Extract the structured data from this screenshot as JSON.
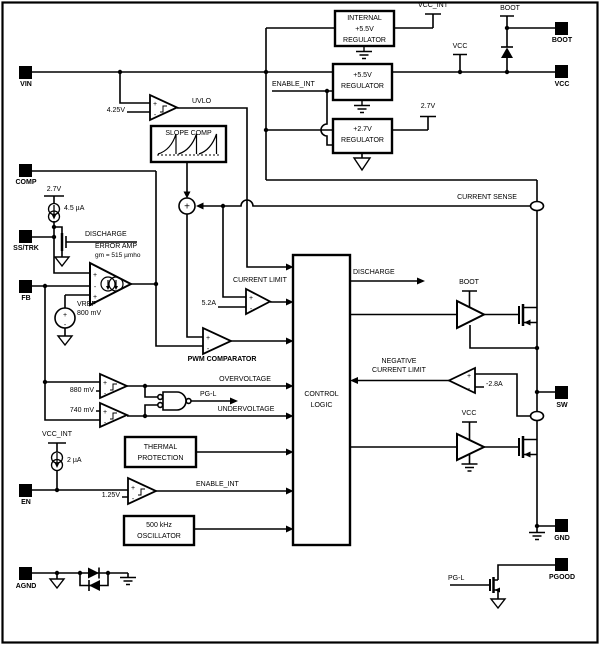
{
  "sym": {
    "plus": "+",
    "minus": "-"
  },
  "pins": {
    "vin": "VIN",
    "comp": "COMP",
    "ss_trk": "SS/TRK",
    "fb": "FB",
    "en": "EN",
    "agnd": "AGND",
    "boot": "BOOT",
    "vcc": "VCC",
    "sw": "SW",
    "gnd": "GND",
    "pgood": "PGOOD"
  },
  "blocks": {
    "internal_regulator": {
      "l1": "INTERNAL",
      "l2": "+5.5V",
      "l3": "REGULATOR"
    },
    "regulator_5v5": {
      "l1": "+5.5V",
      "l2": "REGULATOR"
    },
    "regulator_2v7": {
      "l1": "+2.7V",
      "l2": "REGULATOR"
    },
    "slope_comp": "SLOPE COMP",
    "control_logic": {
      "l1": "CONTROL",
      "l2": "LOGIC"
    },
    "thermal_protection": {
      "l1": "THERMAL",
      "l2": "PROTECTION"
    },
    "oscillator": {
      "l1": "500 kHz",
      "l2": "OSCILLATOR"
    }
  },
  "nets": {
    "vcc_int_top": "VCC_INT",
    "boot_net": "BOOT",
    "vcc_tap": "VCC",
    "enable_int_top": "ENABLE_INT",
    "rail_2v7": "2.7V",
    "uvlo": "UVLO",
    "current_sense": "CURRENT SENSE",
    "discharge_gate": "DISCHARGE",
    "discharge_out": "DISCHARGE",
    "overvoltage": "OVERVOLTAGE",
    "undervoltage": "UNDERVOLTAGE",
    "pg_l_out": "PG-L",
    "pg_l_gate": "PG-L",
    "enable_int_out": "ENABLE_INT",
    "boot_driver": "BOOT",
    "vcc_driver": "VCC",
    "neg_limit_l1": "NEGATIVE",
    "neg_limit_l2": "CURRENT LIMIT",
    "vcc_int_en": "VCC_INT"
  },
  "comparators": {
    "uvlo_ref": "4.25V",
    "current_limit_label": "CURRENT LIMIT",
    "current_limit_ref": "5.2A",
    "pwm_label": "PWM COMPARATOR",
    "ov_ref": "880 mV",
    "uv_ref": "740 mV",
    "en_ref": "1.25V",
    "neg_limit_ref": "-2.8A"
  },
  "error_amp": {
    "title": "ERROR AMP",
    "gm": "gm = 515 µmho",
    "vref_l1": "VREF",
    "vref_l2": "800 mV",
    "ss_supply": "2.7V",
    "ss_current": "4.5 µA"
  },
  "en_input": {
    "current": "2 µA"
  }
}
